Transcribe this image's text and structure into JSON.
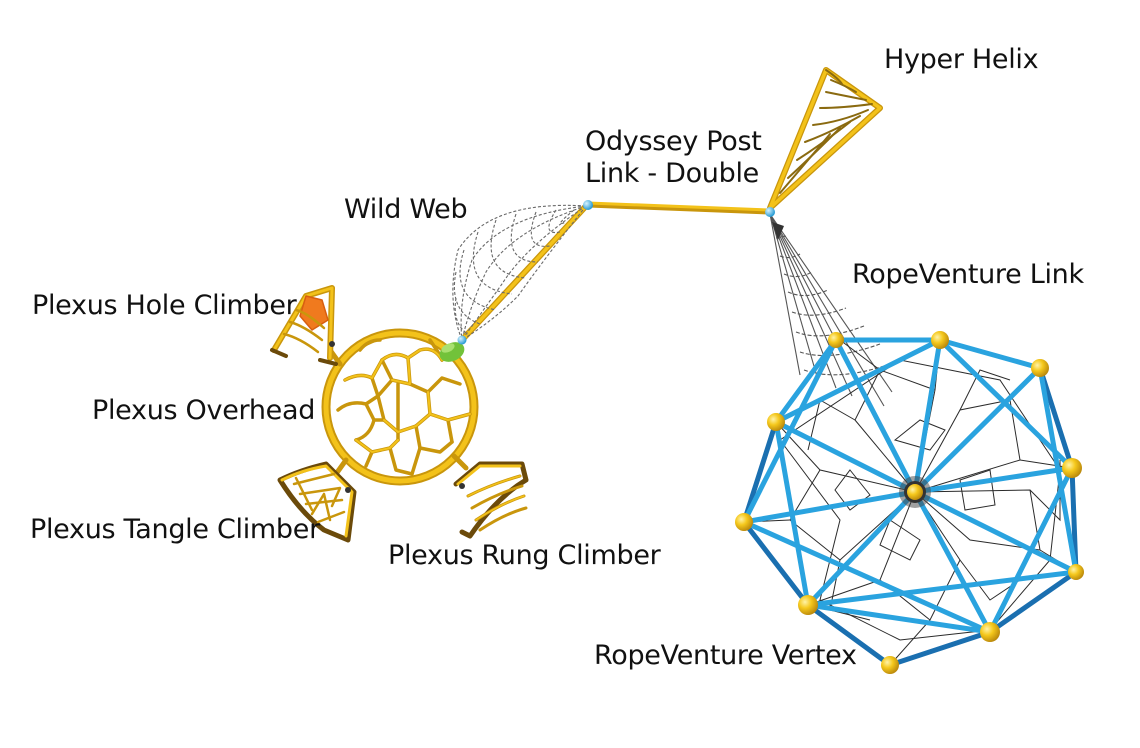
{
  "labels": {
    "hyper_helix": "Hyper Helix",
    "odyssey_line1": "Odyssey Post",
    "odyssey_line2": "Link - Double",
    "wild_web": "Wild Web",
    "ropeventure_link": "RopeVenture Link",
    "plexus_hole_climber": "Plexus Hole Climber",
    "plexus_overhead": "Plexus Overhead",
    "plexus_tangle_climber": "Plexus Tangle Climber",
    "plexus_rung_climber": "Plexus Rung Climber",
    "ropeventure_vertex": "RopeVenture Vertex"
  },
  "colors": {
    "yellow": "#f3c21a",
    "yellow_dark": "#c9960c",
    "orange": "#f07a1e",
    "green": "#72c23a",
    "blue": "#2aa3df",
    "blue_dark": "#1a6fb0",
    "rope": "#3a3a3a",
    "connector": "#34b6ee"
  }
}
